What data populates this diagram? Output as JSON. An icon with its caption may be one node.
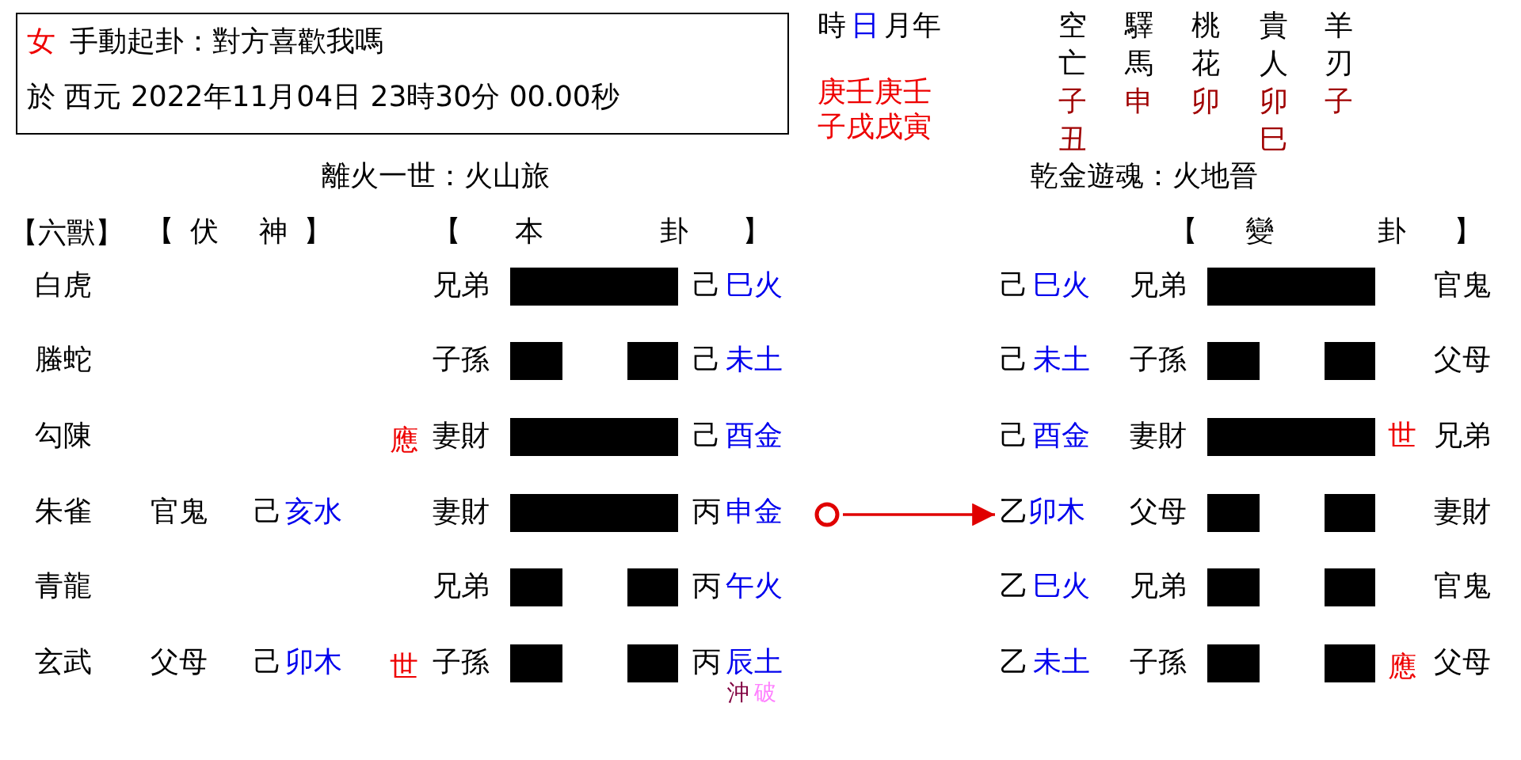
{
  "diagram": {
    "nodes": [
      {
        "text": [
          "女",
          "手動起卦：對方喜歡我嗎",
          "於 西元 2022年11月04日 23時30分 00.00秒"
        ]
      },
      {
        "text": [],
        "shape": "circle"
      },
      {
        "text": [
          "乙",
          "卯木"
        ]
      }
    ],
    "edges": [
      {
        "from": 1,
        "to": 2,
        "arrow": "to",
        "color": "#e00000"
      }
    ],
    "labels": [
      "時",
      "日",
      "月年",
      "空",
      "驛",
      "桃",
      "貴",
      "羊",
      "亡",
      "馬",
      "花",
      "人",
      "刃",
      "庚壬庚壬",
      "子",
      "申",
      "卯",
      "卯",
      "子",
      "子戌戌寅",
      "丑",
      "巳",
      "離火一世：火山旅",
      "乾金遊魂：火地晉",
      "【六獸】",
      "【伏 神】",
      "【本 卦】",
      "【變 卦】",
      "白虎",
      "兄弟",
      "己",
      "巳火",
      "己",
      "巳火",
      "兄弟",
      "官鬼",
      "螣蛇",
      "子孫",
      "己",
      "未土",
      "己",
      "未土",
      "子孫",
      "父母",
      "勾陳",
      "應",
      "妻財",
      "己",
      "酉金",
      "己",
      "酉金",
      "妻財",
      "世",
      "兄弟",
      "朱雀",
      "官鬼",
      "己",
      "亥水",
      "妻財",
      "丙",
      "申金",
      "父母",
      "妻財",
      "青龍",
      "兄弟",
      "丙",
      "午火",
      "乙",
      "巳火",
      "兄弟",
      "官鬼",
      "玄武",
      "父母",
      "己",
      "卯木",
      "世",
      "子孫",
      "丙",
      "辰土",
      "沖",
      "破",
      "乙",
      "未土",
      "子孫",
      "應",
      "父母"
    ]
  }
}
